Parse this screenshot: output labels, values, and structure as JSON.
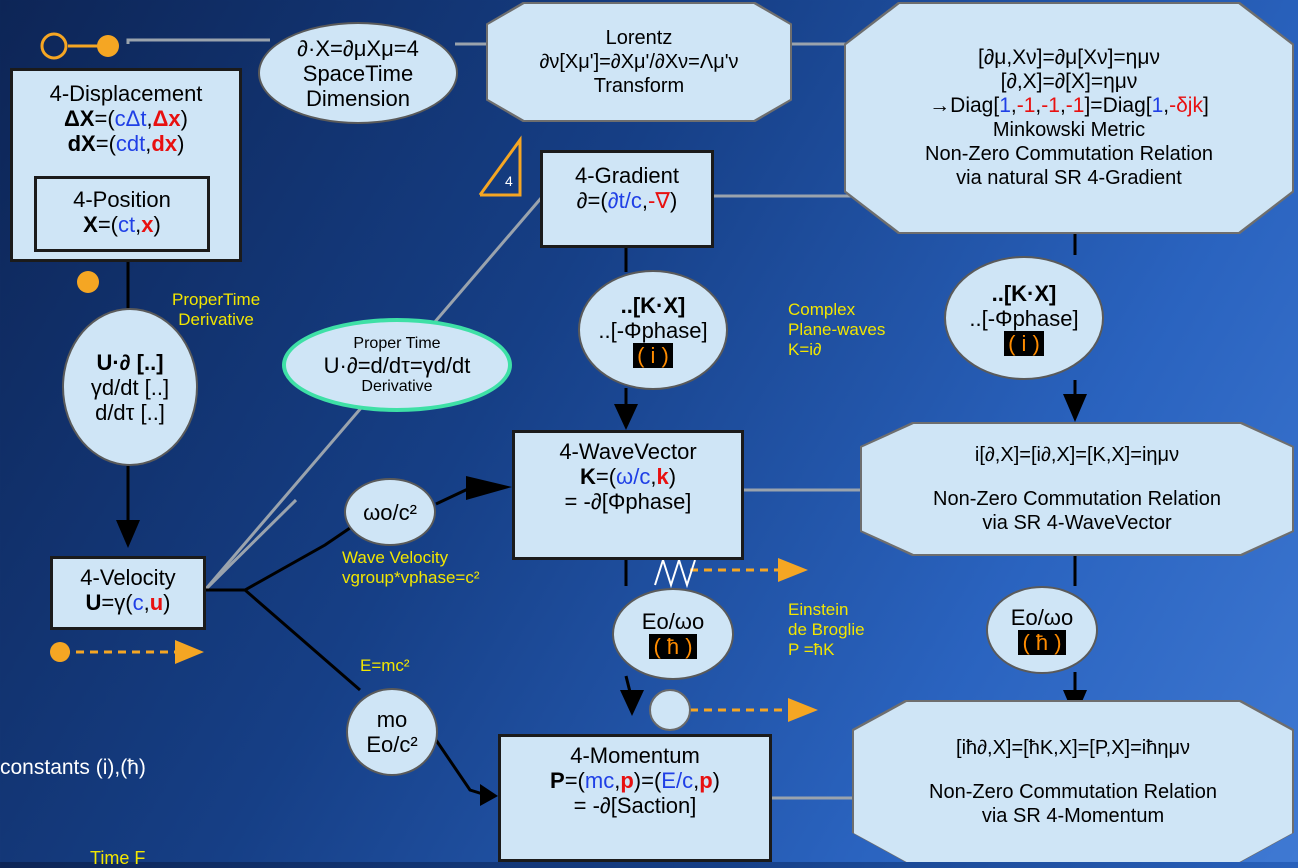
{
  "colors": {
    "background_top": "#0d2556",
    "background_bottom": "#3f79d3",
    "box_fill": "#cfe5f6",
    "label_yellow": "#f2e600",
    "accent_orange": "#f5a623",
    "vector_blue": "#1f3fe6",
    "vector_red": "#e81010"
  },
  "nodes": {
    "displacement": {
      "title": "4-Displacement",
      "l1a": "ΔX",
      "l1b": "=(",
      "l1c": "cΔt",
      ",": ",",
      "l1d": "Δx",
      "l1e": ")",
      "l2a": "dX",
      "l2b": "=(",
      "l2c": "cdt",
      "l2d": "dx",
      "l2e": ")"
    },
    "position": {
      "title": "4-Position",
      "a": "X",
      "b": "=(",
      "c": "ct",
      "d": "x",
      "e": ")"
    },
    "dimension": {
      "l1": "∂·X=∂μXμ=4",
      "l2": "SpaceTime",
      "l3": "Dimension"
    },
    "lorentz": {
      "l1": "Lorentz",
      "l2": "∂ν[Xμ']=∂Xμ'/∂Xν=Λμ'ν",
      "l3": "Transform"
    },
    "metric": {
      "l1": "[∂μ,Xν]=∂μ[Xν]=ημν",
      "l2": "[∂,X]=∂[X]=ημν",
      "l3a": "→Diag[",
      "l3b": "1",
      ",": ",",
      "l3c": "-1",
      "l3d": "-1",
      "l3e": "-1",
      "l3f": "]=Diag[",
      "l3g": "1",
      "l3h": "-δjk",
      "l3i": "]",
      "l4": "Minkowski Metric",
      "l5": "Non-Zero Commutation Relation",
      "l6": "via natural SR 4-Gradient"
    },
    "gradient": {
      "title": "4-Gradient",
      "a": "∂=(",
      "b": "∂t/c",
      ",": ",",
      "c": "-∇",
      "d": ")"
    },
    "kx_left": {
      "l1": "..[K·X]",
      "l2": "..[-Φphase]",
      "const": "( i )"
    },
    "kx_right": {
      "l1": "..[K·X]",
      "l2": "..[-Φphase]",
      "const": "( i )"
    },
    "u_dot_d": {
      "l1": "U·∂ [..]",
      "l2": "γd/dt [..]",
      "l3": "d/dτ [..]"
    },
    "proper_time": {
      "l1": "Proper Time",
      "l2": "U·∂=d/dτ=γd/dt",
      "l3": "Derivative"
    },
    "wavevector": {
      "title": "4-WaveVector",
      "a": "K",
      "b": "=(",
      "c": "ω/c",
      "d": "k",
      "e": ")",
      "l3": "= -∂[Φphase]"
    },
    "comm_k": {
      "l1": "i[∂,X]=[i∂,X]=[K,X]=iημν",
      "l2": "Non-Zero Commutation Relation",
      "l3": "via SR 4-WaveVector"
    },
    "omega_c2": {
      "l1": "ωo/c²"
    },
    "velocity": {
      "title": "4-Velocity",
      "a": "U",
      "b": "=γ(",
      "c": "c",
      "d": "u",
      "e": ")"
    },
    "eo_wo_left": {
      "l1": "Eo/ωo",
      "const": "( ħ )"
    },
    "eo_wo_right": {
      "l1": "Eo/ωo",
      "const": "( ħ )"
    },
    "mass": {
      "l1": "mo",
      "l2": "Eo/c²"
    },
    "momentum": {
      "title": "4-Momentum",
      "a": "P",
      "b": "=(",
      "c": "mc",
      "d": "p",
      "e": ")=(",
      "f": "E/c",
      "g": "p",
      "h": ")",
      "l3": "= -∂[Saction]"
    },
    "comm_p": {
      "l1": "[iħ∂,X]=[ħK,X]=[P,X]=iħημν",
      "l2": "Non-Zero Commutation Relation",
      "l3": "via SR 4-Momentum"
    }
  },
  "labels": {
    "proper_time_derivative": {
      "l1": "ProperTime",
      "l2": "Derivative"
    },
    "complex_planewaves": {
      "l1": "Complex",
      "l2": "Plane-waves",
      "l3": "K=i∂"
    },
    "wave_velocity": {
      "l1": "Wave Velocity",
      "l2": "vgroup*vphase=c²"
    },
    "e_mc2": "E=mc²",
    "einstein": {
      "l1": "Einstein",
      "l2": "de Broglie",
      "l3": "P =ħK"
    },
    "constants": "constants (i),(ħ)",
    "time_fragment": "Time F",
    "triangle_number": "4"
  }
}
